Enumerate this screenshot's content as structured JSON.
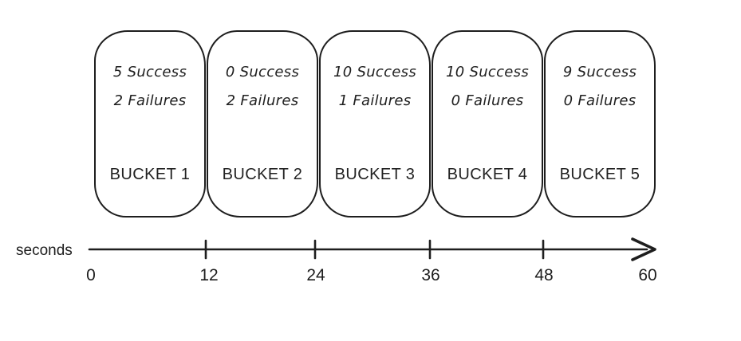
{
  "diagram": {
    "title": "sliding-window-buckets",
    "buckets": [
      {
        "name": "BUCKET 1",
        "success": "5 Success",
        "failures": "2 Failures"
      },
      {
        "name": "BUCKET 2",
        "success": "0 Success",
        "failures": "2 Failures"
      },
      {
        "name": "BUCKET 3",
        "success": "10 Success",
        "failures": "1 Failures"
      },
      {
        "name": "BUCKET 4",
        "success": "10 Success",
        "failures": "0 Failures"
      },
      {
        "name": "BUCKET 5",
        "success": "9 Success",
        "failures": "0 Failures"
      }
    ],
    "axis": {
      "unit_label": "seconds",
      "tick_labels": [
        "0",
        "12",
        "24",
        "36",
        "48",
        "60"
      ]
    },
    "colors": {
      "stroke": "#1e1e1e",
      "background": "#ffffff"
    }
  }
}
